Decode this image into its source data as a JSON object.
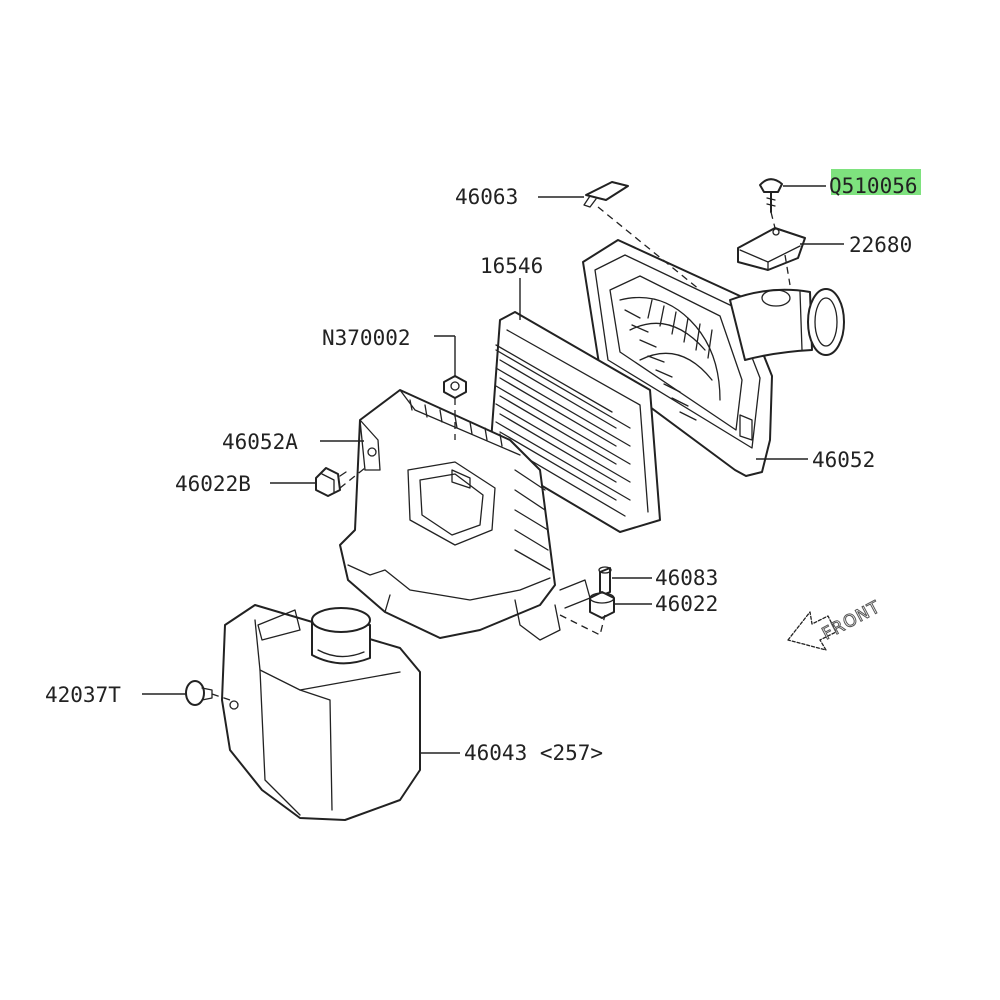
{
  "callouts": {
    "p46063": "46063",
    "q510056": "Q510056",
    "p22680": "22680",
    "p16546": "16546",
    "n370002": "N370002",
    "p46052a": "46052A",
    "p46022b": "46022B",
    "p46052": "46052",
    "p46083": "46083",
    "p46022": "46022",
    "p42037t": "42037T",
    "p46043": "46043 <257>"
  },
  "front_label": "FRONT",
  "highlight_color": "#7ee27e"
}
